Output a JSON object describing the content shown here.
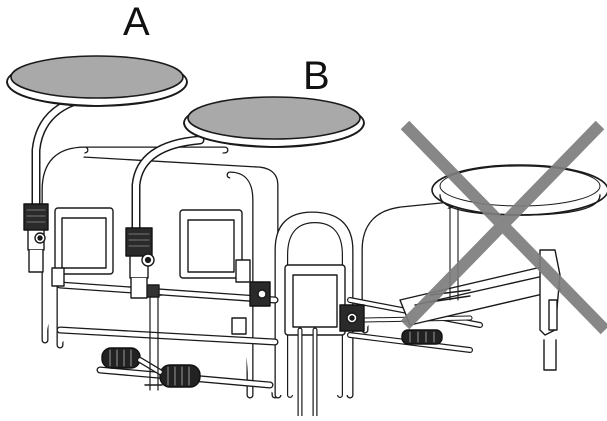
{
  "labels": {
    "a": "A",
    "b": "B"
  },
  "colors": {
    "line": "#1a1a1a",
    "disc_fill": "#a9a9a9",
    "cross": "#7d7d7d",
    "grip": "#222222",
    "frame": "#ffffff"
  },
  "icons": [
    "tray-disc-a",
    "tray-disc-b",
    "tray-disc-crossed-out",
    "cross-mark-icon",
    "frame-bars",
    "mounting-clamps",
    "foot-grips"
  ]
}
